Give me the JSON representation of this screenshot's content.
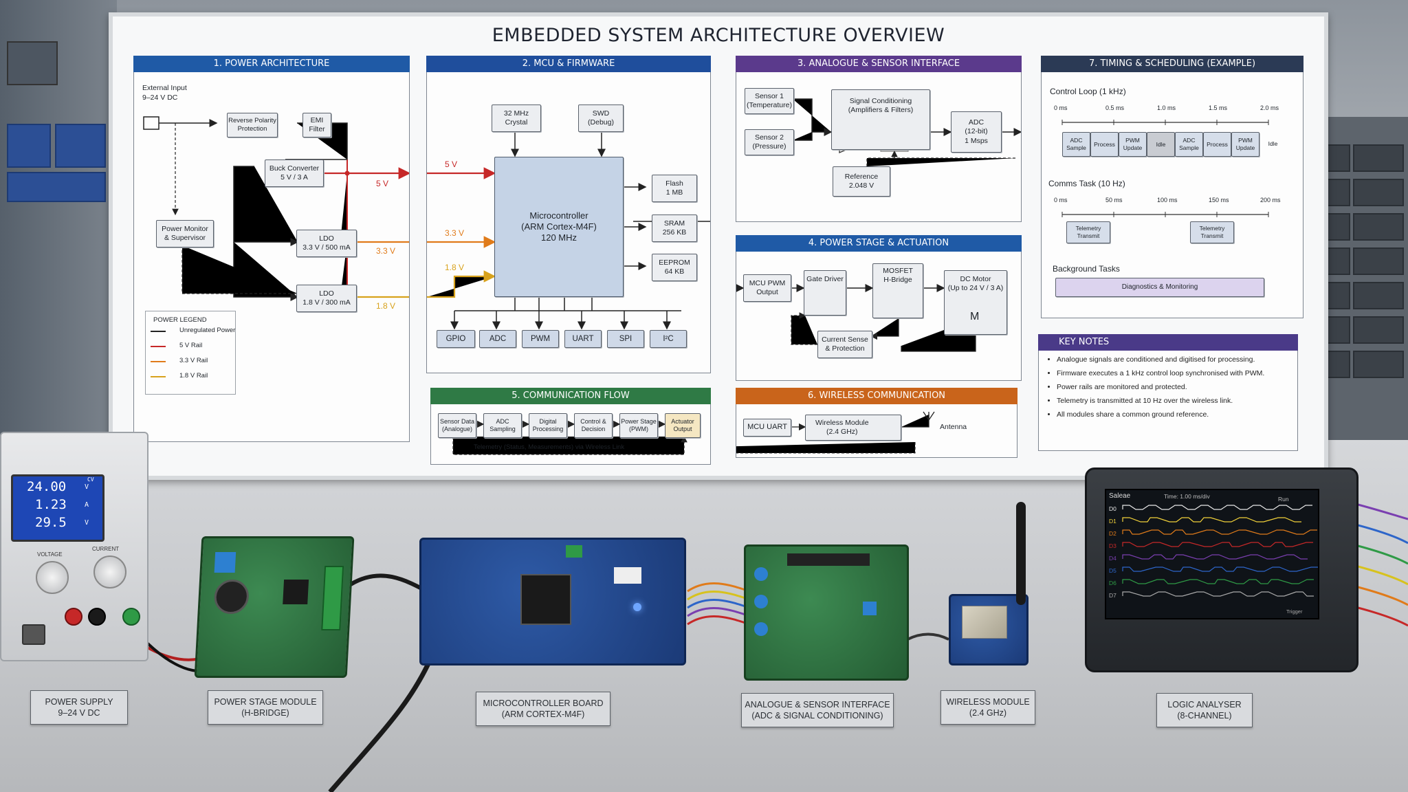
{
  "title": "EMBEDDED SYSTEM ARCHITECTURE OVERVIEW",
  "colors": {
    "power_head": "#1f5aa6",
    "mcu_head": "#1f4e9c",
    "analog_head": "#5b3a8c",
    "timing_head": "#2b3a55",
    "actuation_head": "#1f5aa6",
    "comm_head": "#2f7a45",
    "wireless_head": "#c9641b",
    "notes_head": "#4a3a88",
    "rail_unreg": "#222222",
    "rail_5v": "#c62828",
    "rail_33v": "#e07b1a",
    "rail_18v": "#d8a21c"
  },
  "power": {
    "head": "1. POWER ARCHITECTURE",
    "ext_input": "External Input\n9–24 V DC",
    "reverse": "Reverse Polarity\nProtection",
    "emi": "EMI\nFilter",
    "buck": "Buck Converter\n5 V / 3 A",
    "monitor": "Power Monitor\n& Supervisor",
    "ldo33": "LDO\n3.3 V / 500 mA",
    "ldo18": "LDO\n1.8 V / 300 mA",
    "lbl_5v": "5 V",
    "lbl_33v": "3.3 V",
    "lbl_18v": "1.8 V",
    "legend_title": "POWER LEGEND",
    "legend": [
      "Unregulated Power",
      "5 V Rail",
      "3.3 V Rail",
      "1.8 V Rail"
    ]
  },
  "mcu": {
    "head": "2. MCU & FIRMWARE",
    "crystal": "32 MHz\nCrystal",
    "swd": "SWD\n(Debug)",
    "core": "Microcontroller\n(ARM Cortex-M4F)\n120 MHz",
    "flash": "Flash\n1 MB",
    "sram": "SRAM\n256 KB",
    "eeprom": "EEPROM\n64 KB",
    "in_5v": "5 V",
    "in_33v": "3.3 V",
    "in_18v": "1.8 V",
    "periph": [
      "GPIO",
      "ADC",
      "PWM",
      "UART",
      "SPI",
      "I²C"
    ]
  },
  "analog": {
    "head": "3. ANALOGUE & SENSOR INTERFACE",
    "s1": "Sensor 1\n(Temperature)",
    "s2": "Sensor 2\n(Pressure)",
    "cond": "Signal Conditioning\n(Amplifiers & Filters)",
    "adc": "ADC\n(12-bit)\n1 Msps",
    "ref": "Reference\n2.048 V"
  },
  "actuation": {
    "head": "4. POWER STAGE & ACTUATION",
    "pwm": "MCU PWM\nOutput",
    "gate": "Gate Driver",
    "hbridge": "MOSFET\nH-Bridge",
    "motor": "DC Motor\n(Up to 24 V / 3 A)",
    "motor_symbol": "M",
    "sense": "Current Sense\n& Protection"
  },
  "comm": {
    "head": "5. COMMUNICATION FLOW",
    "steps": [
      "Sensor Data\n(Analogue)",
      "ADC\nSampling",
      "Digital\nProcessing",
      "Control &\nDecision",
      "Power Stage\n(PWM)",
      "Actuator\nOutput"
    ],
    "telemetry": "Telemetry (Status, Measurements) via Wireless Link"
  },
  "wireless": {
    "head": "6. WIRELESS COMMUNICATION",
    "uart": "MCU UART",
    "module": "Wireless Module\n(2.4 GHz)",
    "antenna": "Antenna"
  },
  "timing": {
    "head": "7. TIMING & SCHEDULING (EXAMPLE)",
    "control_title": "Control Loop (1 kHz)",
    "control_ticks": [
      "0 ms",
      "0.5 ms",
      "1.0 ms",
      "1.5 ms",
      "2.0 ms"
    ],
    "control_slots": [
      "ADC\nSample",
      "Process",
      "PWM\nUpdate",
      "Idle",
      "ADC\nSample",
      "Process",
      "PWM\nUpdate",
      "Idle"
    ],
    "comms_title": "Comms Task (10 Hz)",
    "comms_ticks": [
      "0 ms",
      "50 ms",
      "100 ms",
      "150 ms",
      "200 ms"
    ],
    "comms_slots": [
      "Telemetry\nTransmit",
      "Telemetry\nTransmit"
    ],
    "bg_title": "Background Tasks",
    "bg_slot": "Diagnostics & Monitoring"
  },
  "notes": {
    "head": "KEY NOTES",
    "items": [
      "Analogue signals are conditioned and digitised for processing.",
      "Firmware executes a 1 kHz control loop synchronised with PWM.",
      "Power rails are monitored and protected.",
      "Telemetry is transmitted at 10 Hz over the wireless link.",
      "All modules share a common ground reference."
    ]
  },
  "bench": {
    "psu_display": [
      "24.00",
      "1.23",
      "29.5"
    ],
    "psu_units": [
      "V",
      "A",
      "V"
    ],
    "psu_cv": "CV",
    "psu_knobs": [
      "VOLTAGE",
      "CURRENT"
    ],
    "logic_brand": "Saleae",
    "logic_time": "Time: 1.00 ms/div",
    "logic_run": "Run",
    "logic_channels": [
      "D0",
      "D1",
      "D2",
      "D3",
      "D4",
      "D5",
      "D6",
      "D7"
    ],
    "logic_trigger": "Trigger",
    "labels": [
      "POWER SUPPLY\n9–24 V DC",
      "POWER STAGE MODULE\n(H-BRIDGE)",
      "MICROCONTROLLER BOARD\n(ARM CORTEX-M4F)",
      "ANALOGUE & SENSOR INTERFACE\n(ADC & SIGNAL CONDITIONING)",
      "WIRELESS MODULE\n(2.4 GHz)",
      "LOGIC ANALYSER\n(8-CHANNEL)"
    ]
  }
}
